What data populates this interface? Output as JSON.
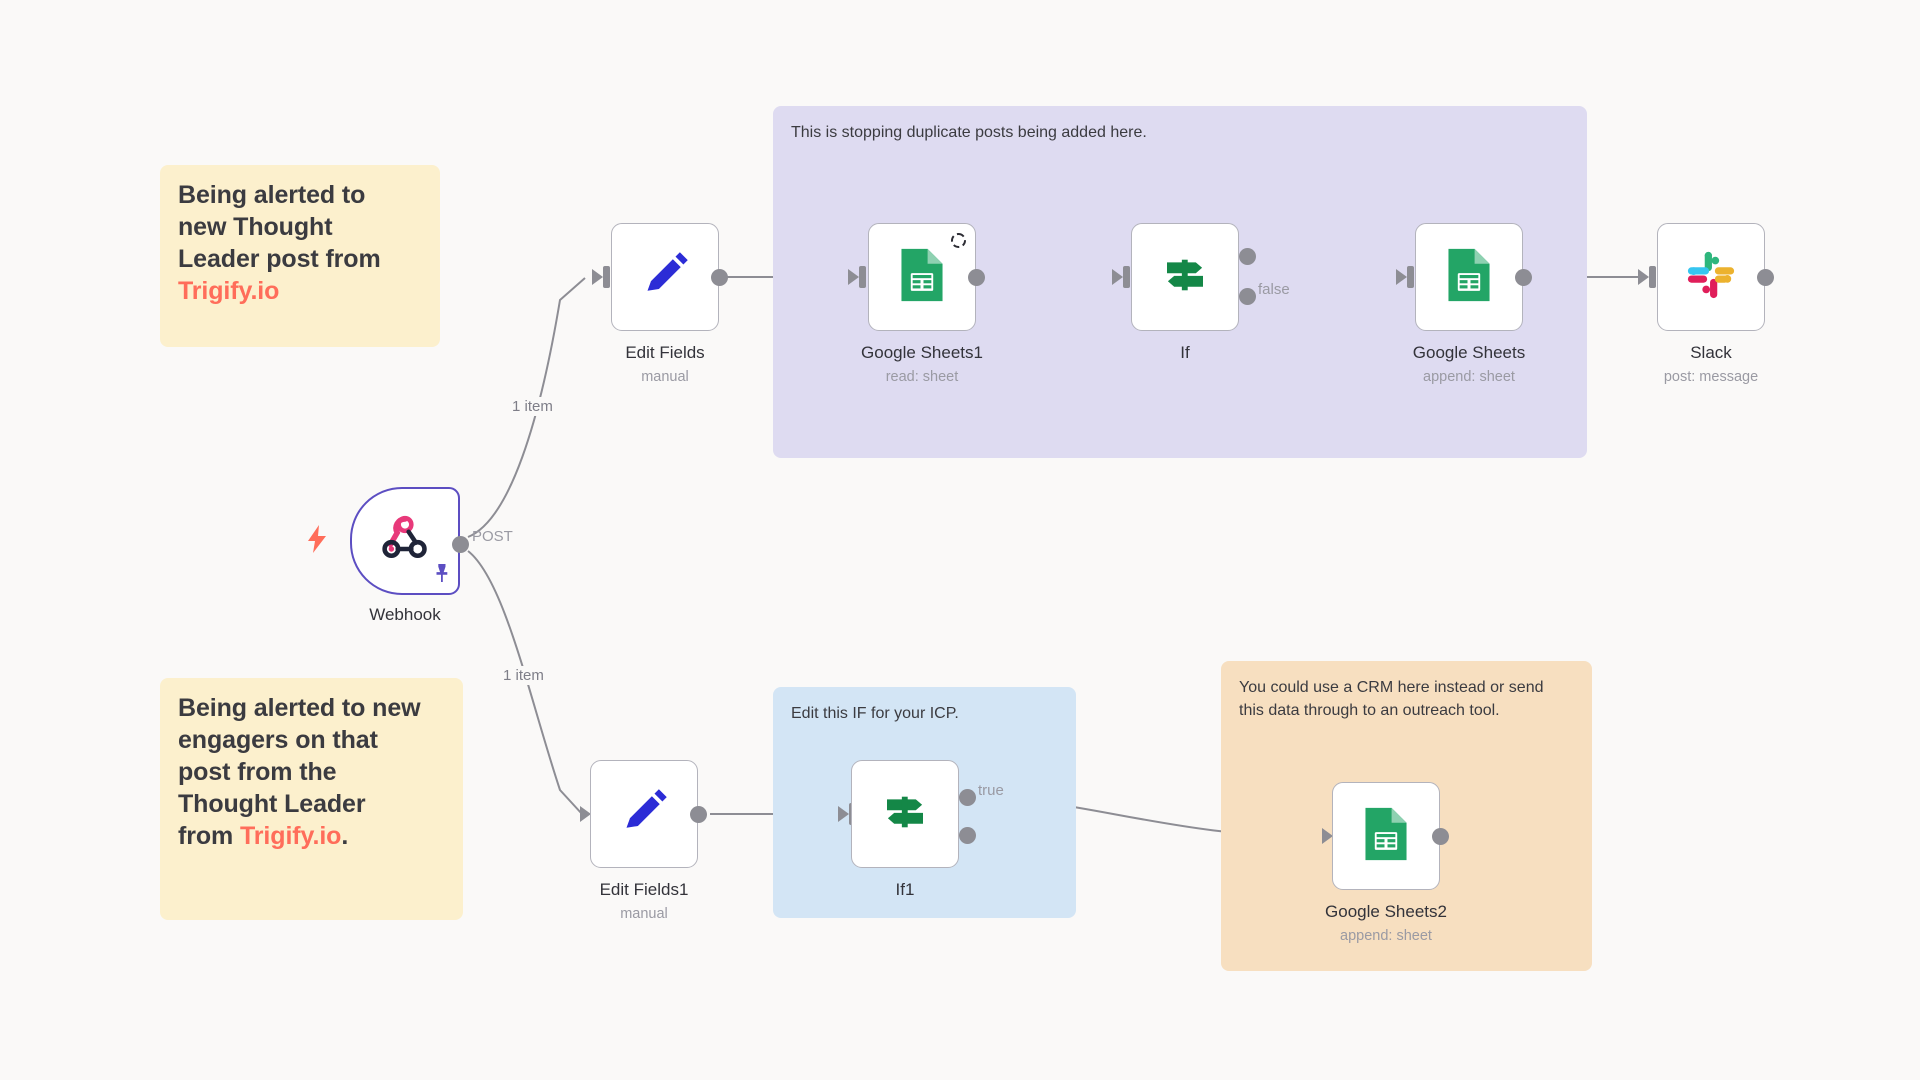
{
  "canvas": {
    "background": "#faf9f8",
    "brand_color": "#ff6d5a",
    "trigger_border_color": "#5c4ec2"
  },
  "sticky_notes": [
    {
      "id": "note-top-left",
      "color": "#fcf0cd",
      "line1": "Being alerted to",
      "line2": "new Thought",
      "line3": "Leader post from",
      "brand": "Trigify.io",
      "trail": ""
    },
    {
      "id": "note-bottom-left",
      "color": "#fcf0cd",
      "line1": "Being alerted to new",
      "line2": "engagers on that",
      "line3": "post from the",
      "line4": "Thought Leader",
      "line5_prefix": "from ",
      "brand": "Trigify.io",
      "trail": "."
    }
  ],
  "regions": [
    {
      "id": "region-dedupe",
      "color": "#dedbf1",
      "text": "This is stopping duplicate posts being added here."
    },
    {
      "id": "region-icp",
      "color": "#d3e5f5",
      "text": "Edit this IF for your ICP."
    },
    {
      "id": "region-crm",
      "color": "#f7dfc0",
      "text_line1": "You could use a CRM here instead or send",
      "text_line2": "this data through to an outreach tool."
    }
  ],
  "nodes": [
    {
      "id": "webhook",
      "label": "Webhook",
      "sublabel": "",
      "icon": "webhook-icon",
      "type": "trigger"
    },
    {
      "id": "edit-fields",
      "label": "Edit Fields",
      "sublabel": "manual",
      "icon": "pencil-icon",
      "type": "action"
    },
    {
      "id": "google-sheets1",
      "label": "Google Sheets1",
      "sublabel": "read: sheet",
      "icon": "google-sheets-icon",
      "type": "action"
    },
    {
      "id": "if",
      "label": "If",
      "sublabel": "",
      "icon": "signpost-icon",
      "type": "action"
    },
    {
      "id": "google-sheets",
      "label": "Google Sheets",
      "sublabel": "append: sheet",
      "icon": "google-sheets-icon",
      "type": "action"
    },
    {
      "id": "slack",
      "label": "Slack",
      "sublabel": "post: message",
      "icon": "slack-icon",
      "type": "action"
    },
    {
      "id": "edit-fields1",
      "label": "Edit Fields1",
      "sublabel": "manual",
      "icon": "pencil-icon",
      "type": "action"
    },
    {
      "id": "if1",
      "label": "If1",
      "sublabel": "",
      "icon": "signpost-icon",
      "type": "action"
    },
    {
      "id": "google-sheets2",
      "label": "Google Sheets2",
      "sublabel": "append: sheet",
      "icon": "google-sheets-icon",
      "type": "action"
    }
  ],
  "edges": [
    {
      "id": "webhook-out",
      "label": "POST"
    },
    {
      "id": "webhook-to-editfields",
      "label": "1 item"
    },
    {
      "id": "webhook-to-editfields1",
      "label": "1 item"
    },
    {
      "id": "if-false",
      "label": "false"
    },
    {
      "id": "if1-true",
      "label": "true"
    }
  ],
  "indicators": {
    "trigger_bolt": "⚡",
    "pin": "📌",
    "spinner": "loading-spinner"
  }
}
